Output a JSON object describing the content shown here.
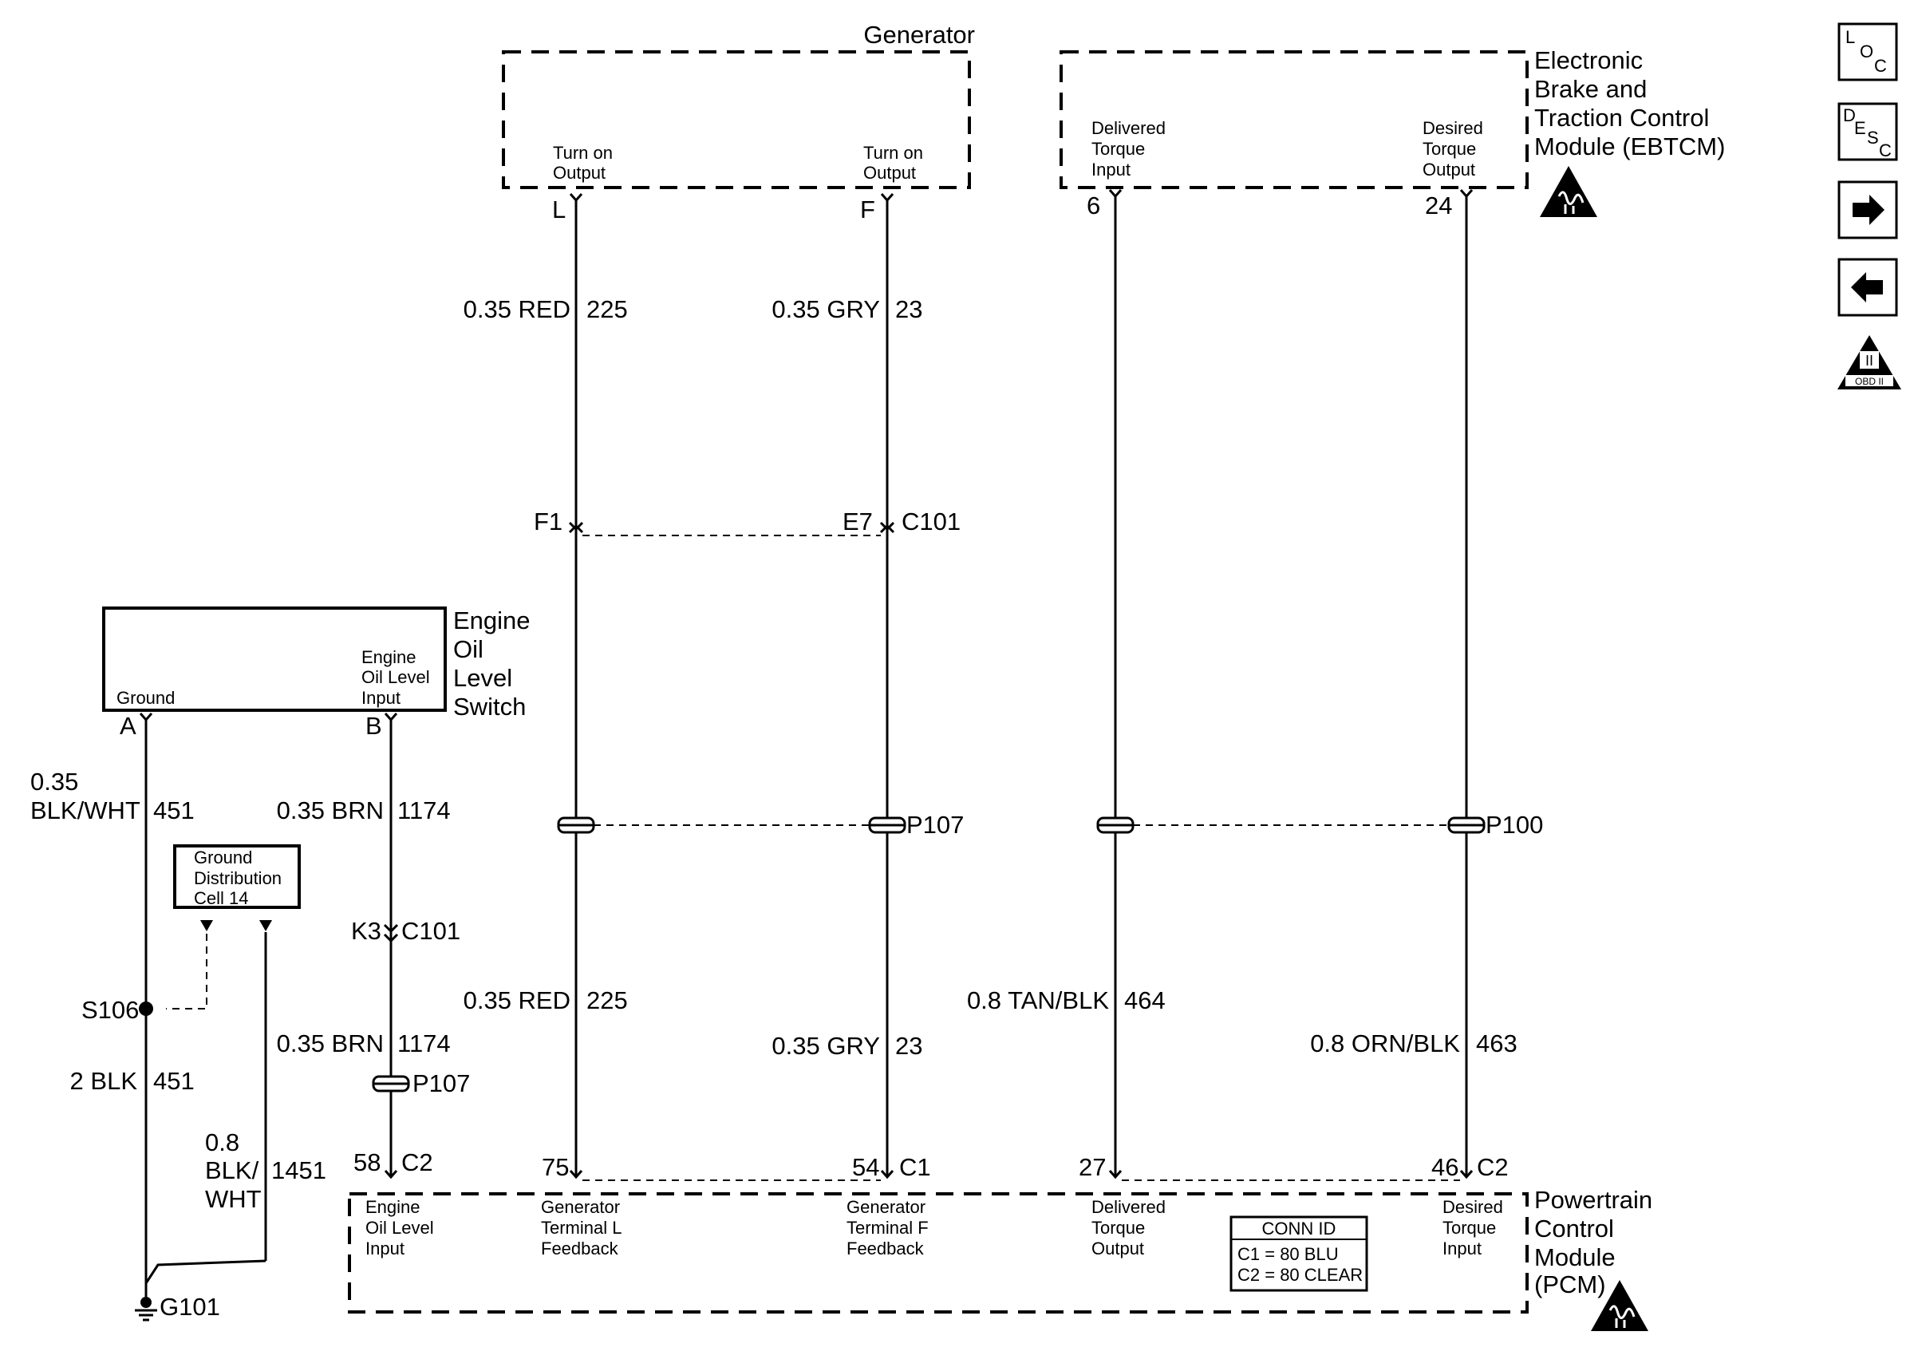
{
  "components": {
    "generator": {
      "title": "Generator",
      "pin_left_desc": [
        "Turn on",
        "Output"
      ],
      "pin_right_desc": [
        "Turn on",
        "Output"
      ],
      "pin_left": "L",
      "pin_right": "F"
    },
    "ebtcm": {
      "title_lines": [
        "Electronic",
        "Brake and",
        "Traction Control",
        "Module (EBTCM)"
      ],
      "pin_left_desc": [
        "Delivered",
        "Torque",
        "Input"
      ],
      "pin_right_desc": [
        "Desired",
        "Torque",
        "Output"
      ],
      "pin_left": "6",
      "pin_right": "24"
    },
    "oil_switch": {
      "title_lines": [
        "Engine",
        "Oil",
        "Level",
        "Switch"
      ],
      "pin_left_desc": [
        "Ground"
      ],
      "pin_right_desc": [
        "Engine",
        "Oil Level",
        "Input"
      ],
      "pin_left": "A",
      "pin_right": "B"
    },
    "ground_dist": {
      "lines": [
        "Ground",
        "Distribution",
        "Cell 14"
      ]
    },
    "pcm": {
      "title_lines": [
        "Powertrain",
        "Control",
        "Module",
        "(PCM)"
      ],
      "pins": [
        {
          "lines": [
            "Engine",
            "Oil Level",
            "Input"
          ]
        },
        {
          "lines": [
            "Generator",
            "Terminal L",
            "Feedback"
          ]
        },
        {
          "lines": [
            "Generator",
            "Terminal F",
            "Feedback"
          ]
        },
        {
          "lines": [
            "Delivered",
            "Torque",
            "Output"
          ]
        },
        {
          "lines": [
            "Desired",
            "Torque",
            "Input"
          ]
        }
      ],
      "conn_id": {
        "title": "CONN ID",
        "rows": [
          "C1 = 80 BLU",
          "C2 = 80 CLEAR"
        ]
      }
    }
  },
  "wires": {
    "w225_top": {
      "size_color": "0.35 RED",
      "circuit": "225"
    },
    "w23_top": {
      "size_color": "0.35 GRY",
      "circuit": "23"
    },
    "w225_bot": {
      "size_color": "0.35 RED",
      "circuit": "225"
    },
    "w23_bot": {
      "size_color": "0.35 GRY",
      "circuit": "23"
    },
    "w464": {
      "size_color": "0.8 TAN/BLK",
      "circuit": "464"
    },
    "w463": {
      "size_color": "0.8 ORN/BLK",
      "circuit": "463"
    },
    "w451_top": {
      "size": "0.35",
      "color": "BLK/WHT",
      "circuit": "451"
    },
    "w451_bot": {
      "size_color": "2 BLK",
      "circuit": "451"
    },
    "w1174_top": {
      "size_color": "0.35 BRN",
      "circuit": "1174"
    },
    "w1174_bot": {
      "size_color": "0.35 BRN",
      "circuit": "1174"
    },
    "w1451": {
      "size": "0.8",
      "color_lines": [
        "BLK/",
        "WHT"
      ],
      "circuit": "1451"
    }
  },
  "connectors": {
    "c101_pin_left": "F1",
    "c101_pin_right": "E7",
    "c101_name": "C101",
    "c101_k3_pin": "K3",
    "c101_k3_name": "C101",
    "p107_top": "P107",
    "p100": "P100",
    "p107_left": "P107",
    "pcm_pin_58": "58",
    "pcm_c2_a": "C2",
    "pcm_pin_75": "75",
    "pcm_pin_54": "54",
    "pcm_c1": "C1",
    "pcm_pin_27": "27",
    "pcm_pin_46": "46",
    "pcm_c2_b": "C2",
    "splice": "S106",
    "ground": "G101"
  },
  "nav_icons": {
    "loc": [
      "L",
      "O",
      "C"
    ],
    "desc": [
      "D",
      "E",
      "S",
      "C"
    ],
    "obd_top": "II",
    "obd_bottom": "OBD II"
  }
}
